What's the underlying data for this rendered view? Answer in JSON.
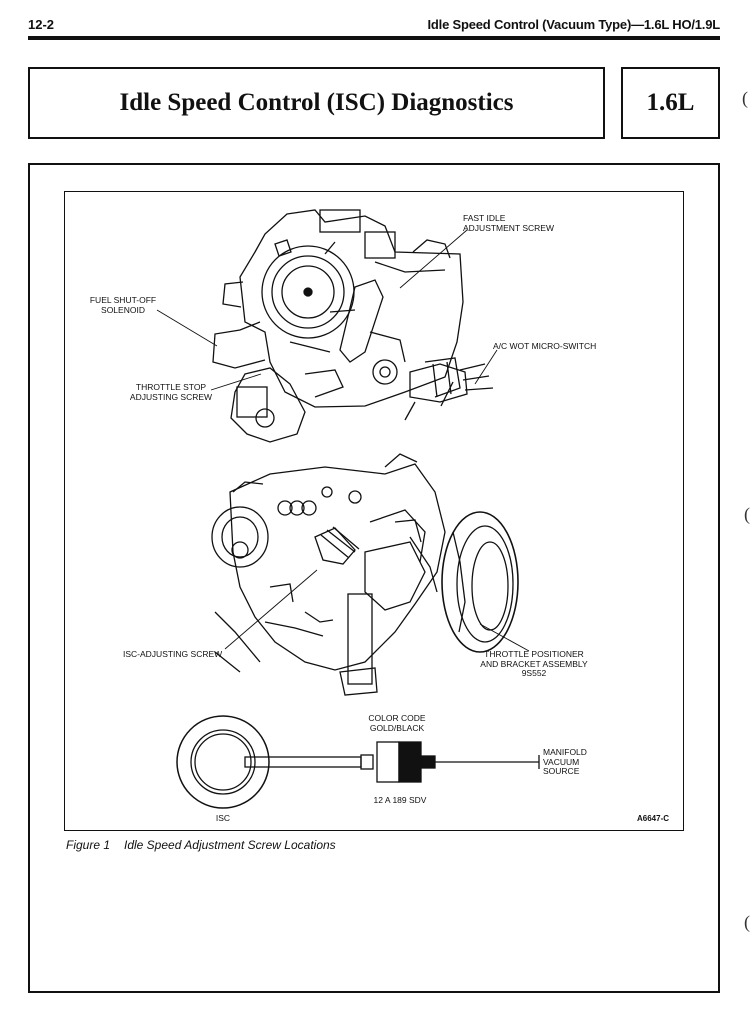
{
  "header": {
    "page_number": "12-2",
    "running_head": "Idle Speed Control (Vacuum Type)—1.6L HO/1.9L"
  },
  "title": {
    "text": "Idle Speed Control (ISC) Diagnostics",
    "engine": "1.6L"
  },
  "figure": {
    "labels": {
      "fast_idle": [
        "FAST IDLE",
        "ADJUSTMENT SCREW"
      ],
      "fuel_shutoff": [
        "FUEL SHUT-OFF",
        "SOLENOID"
      ],
      "ac_wot": "A/C WOT MICRO-SWITCH",
      "throttle_stop": [
        "THROTTLE STOP",
        "ADJUSTING SCREW"
      ],
      "isc_adjusting": "ISC-ADJUSTING SCREW",
      "throttle_positioner": [
        "THROTTLE POSITIONER",
        "AND BRACKET ASSEMBLY",
        "9S552"
      ],
      "color_code": [
        "COLOR CODE",
        "GOLD/BLACK"
      ],
      "manifold": [
        "MANIFOLD",
        "VACUUM",
        "SOURCE"
      ],
      "part_number": "12 A 189 SDV",
      "isc": "ISC",
      "figure_code": "A6647-C"
    }
  },
  "caption": {
    "number": "Figure 1",
    "text": "Idle Speed Adjustment Screw Locations"
  },
  "margin_marks": [
    "(",
    "(",
    "("
  ]
}
